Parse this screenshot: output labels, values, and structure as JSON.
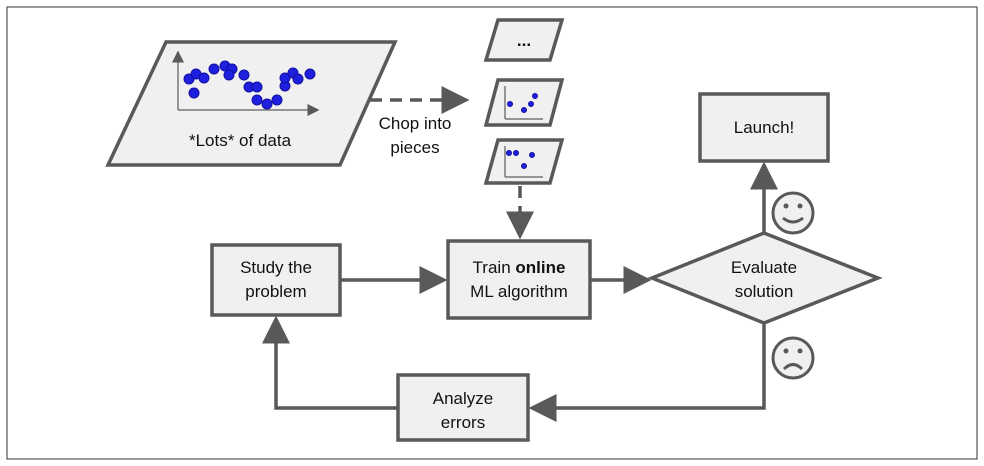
{
  "nodes": {
    "data": "*Lots* of data",
    "chop_line1": "Chop into",
    "chop_line2": "pieces",
    "ellipsis": "...",
    "study_line1": "Study the",
    "study_line2": "problem",
    "train_prefix": "Train ",
    "train_bold": "online",
    "train_line2": "ML algorithm",
    "evaluate_line1": "Evaluate",
    "evaluate_line2": "solution",
    "launch": "Launch!",
    "analyze_line1": "Analyze",
    "analyze_line2": "errors"
  },
  "icons": [
    "happy-face-icon",
    "sad-face-icon"
  ],
  "colors": {
    "stroke": "#595959",
    "fill": "#f0f0f0",
    "dots": "#1f1fe0"
  }
}
